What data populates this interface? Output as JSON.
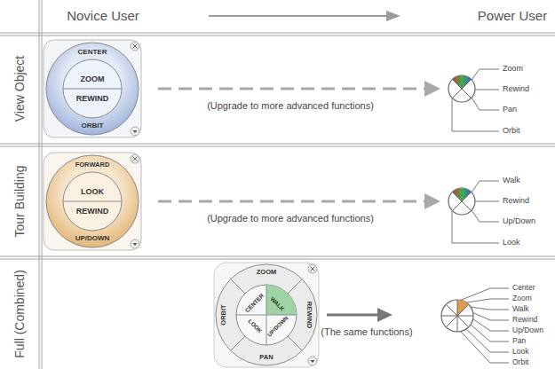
{
  "diagram": {
    "nodes": [
      {
        "text": [
          "View Object"
        ]
      },
      {
        "text": [
          "CENTER",
          "ZOOM",
          "REWIND",
          "ORBIT"
        ],
        "in": 0
      },
      {
        "text": [
          "Tour Building"
        ]
      },
      {
        "text": [
          "FORWARD",
          "LOOK",
          "REWIND",
          "UP/DOWN"
        ],
        "in": 2
      },
      {
        "text": [
          "Full (Combined)"
        ]
      },
      {
        "text": [
          "ZOOM",
          "WALK",
          "REWIND",
          "UP/DOWN",
          "PAN",
          "LOOK",
          "ORBIT",
          "CENTER"
        ],
        "in": 4
      }
    ],
    "labels": [
      "Novice User",
      "Power User",
      "(Upgrade to more advanced functions)",
      "Zoom",
      "Rewind",
      "Pan",
      "Orbit",
      "(Upgrade to more advanced functions)",
      "Walk",
      "Rewind",
      "Up/Down",
      "Look",
      "(The same functions)",
      "Center",
      "Zoom",
      "Walk",
      "Rewind",
      "Up/Down",
      "Pan",
      "Look",
      "Orbit"
    ]
  }
}
